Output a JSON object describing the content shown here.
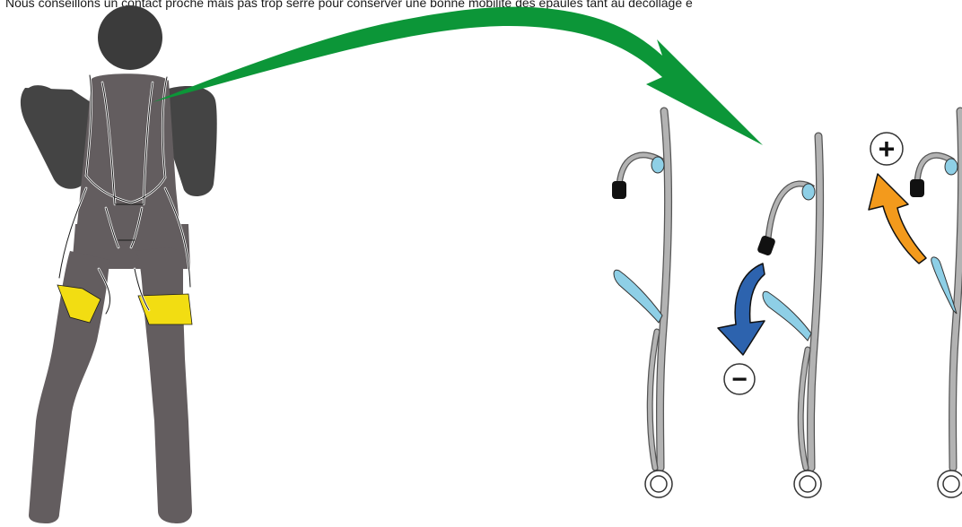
{
  "caption": "Nous conseillons un contact proche mais pas trop serré pour conserver une bonne mobilité des épaules tant au décollage e",
  "signs": {
    "minus": "−",
    "plus": "+"
  },
  "colors": {
    "body": "#635d5f",
    "head": "#3b3b3b",
    "arms": "#444444",
    "pointer_arrow": "#0c9638",
    "decrease_arrow": "#2d63ae",
    "increase_arrow": "#f39a1c",
    "harness_accent": "#f2dd12",
    "riser": "#b3b3b3",
    "tab": "#8ecfe6"
  },
  "icons": [
    "pilot-figure",
    "green-curved-arrow",
    "decrease-arrow",
    "increase-arrow",
    "riser-strap"
  ]
}
